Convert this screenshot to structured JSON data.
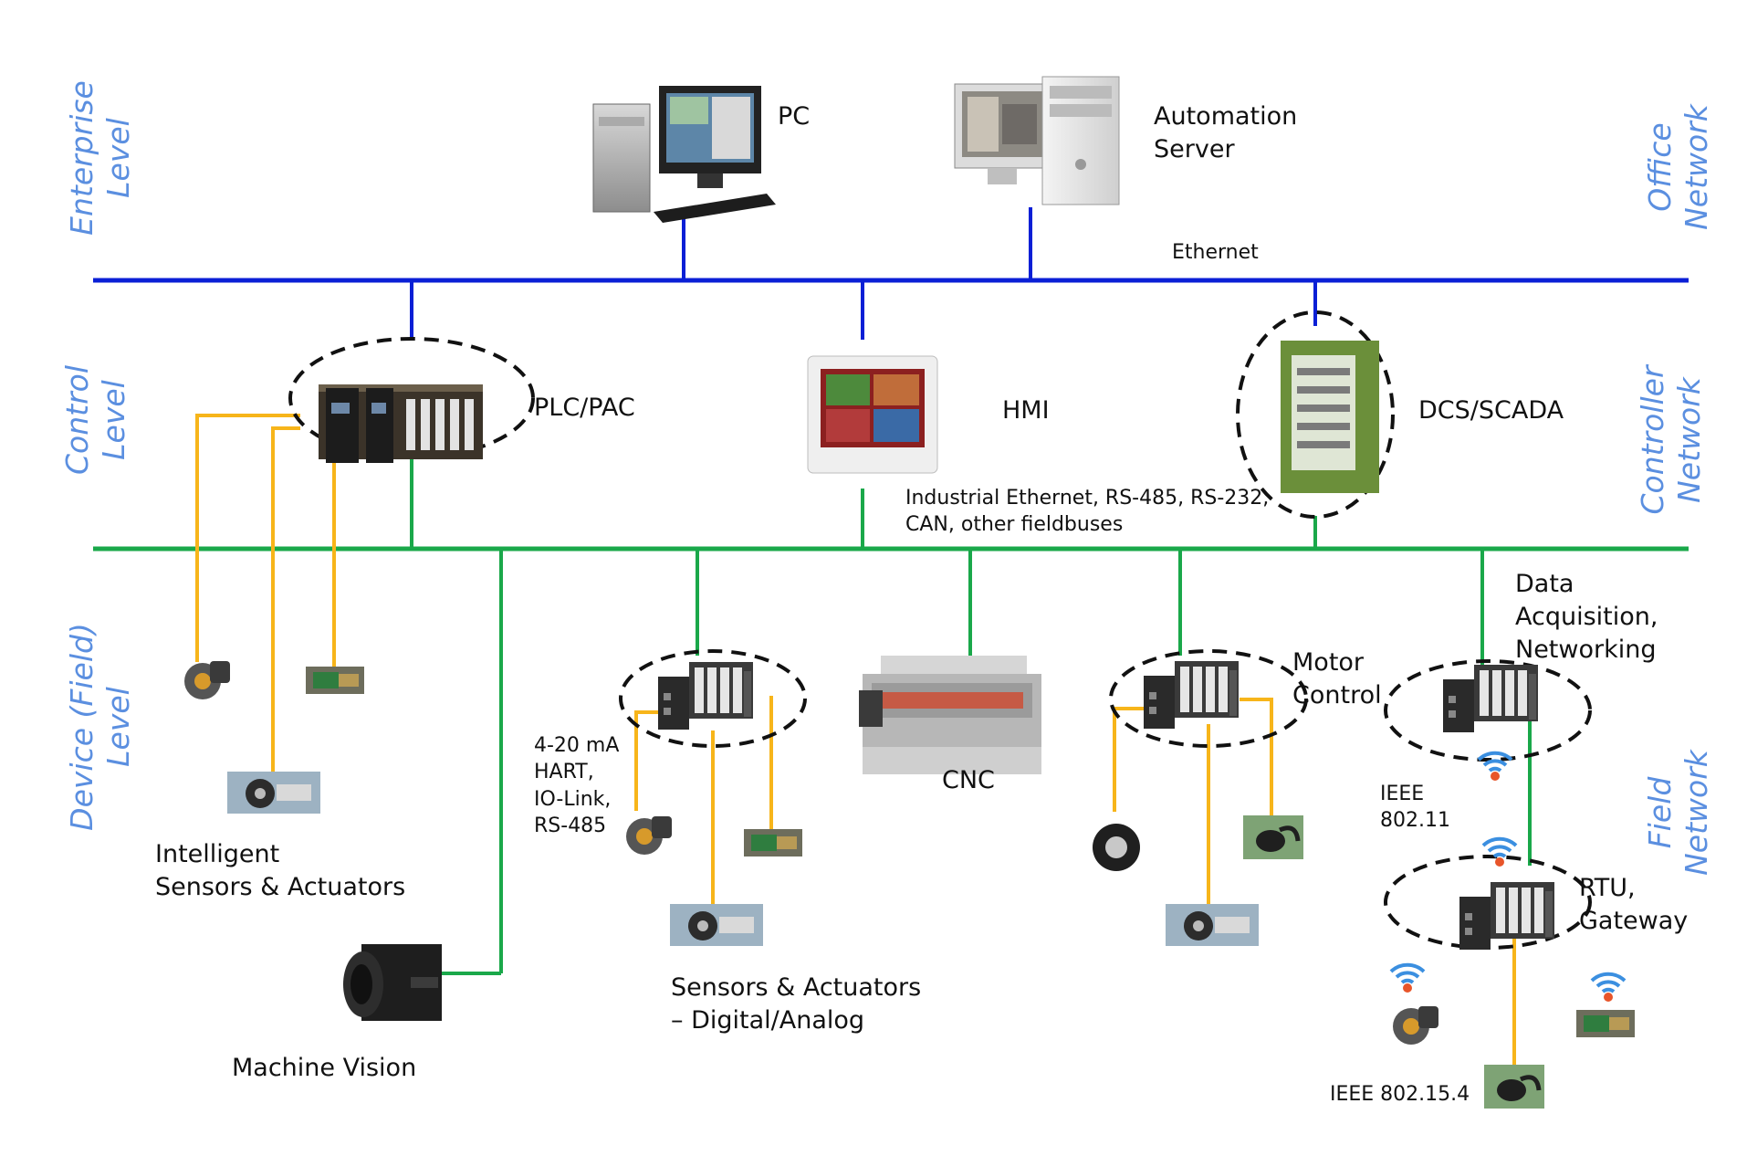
{
  "levels": {
    "enterprise": "Enterprise\nLevel",
    "control": "Control\nLevel",
    "device": "Device (Field)\nLevel",
    "office": "Office\nNetwork",
    "controller": "Controller\nNetwork",
    "field": "Field\nNetwork"
  },
  "networks": {
    "ethernet": "Ethernet",
    "fieldbus": "Industrial Ethernet, RS-485, RS-232,\nCAN, other fieldbuses",
    "wired_protocols": "4-20 mA\nHART,\nIO-Link,\nRS-485",
    "wifi": "IEEE\n802.11",
    "zigbee": "IEEE 802.15.4"
  },
  "devices": {
    "pc": "PC",
    "server": "Automation\nServer",
    "plc": "PLC/PAC",
    "hmi": "HMI",
    "dcs": "DCS/SCADA",
    "intelligent": "Intelligent\nSensors & Actuators",
    "vision": "Machine Vision",
    "sensors": "Sensors & Actuators\n– Digital/Analog",
    "cnc": "CNC",
    "motor": "Motor\nControl",
    "daq": "Data\nAcquisition,\nNetworking",
    "rtu": "RTU,\nGateway"
  },
  "colors": {
    "ethernet_line": "#0a1fd6",
    "fieldbus_line": "#1aa84a",
    "device_line": "#f7b51a",
    "level_text": "#5b8fe0"
  }
}
